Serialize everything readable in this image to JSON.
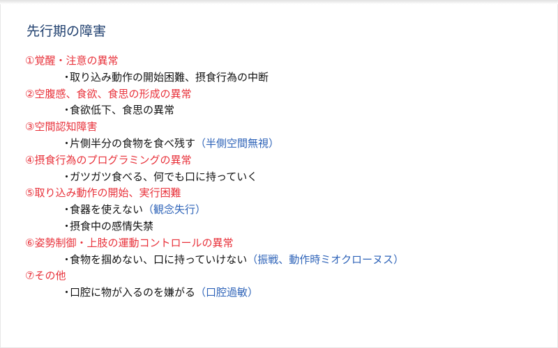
{
  "title": "先行期の障害",
  "items": [
    {
      "heading": "①覚醒・注意の異常",
      "bullets": [
        {
          "text": "取り込み動作の開始困難、摂食行為の中断",
          "note": ""
        }
      ]
    },
    {
      "heading": "②空腹感、食欲、食思の形成の異常",
      "bullets": [
        {
          "text": "食欲低下、食思の異常",
          "note": ""
        }
      ]
    },
    {
      "heading": "③空間認知障害",
      "bullets": [
        {
          "text": "片側半分の食物を食べ残す",
          "note": "（半側空間無視）"
        }
      ]
    },
    {
      "heading": "④摂食行為のプログラミングの異常",
      "bullets": [
        {
          "text": "ガツガツ食べる、何でも口に持っていく",
          "note": ""
        }
      ]
    },
    {
      "heading": "⑤取り込み動作の開始、実行困難",
      "bullets": [
        {
          "text": "食器を使えない",
          "note": "（観念失行）"
        },
        {
          "text": "摂食中の感情失禁",
          "note": ""
        }
      ]
    },
    {
      "heading": "⑥姿勢制御・上肢の運動コントロールの異常",
      "bullets": [
        {
          "text": "食物を掴めない、口に持っていけない",
          "note": "（振戦、動作時ミオクローヌス）"
        }
      ]
    },
    {
      "heading": "⑦その他",
      "bullets": [
        {
          "text": "口腔に物が入るのを嫌がる",
          "note": "（口腔過敏）"
        }
      ]
    }
  ],
  "colors": {
    "title": "#1f3f6e",
    "heading": "#e8313a",
    "body": "#111111",
    "note": "#2e63b8"
  }
}
